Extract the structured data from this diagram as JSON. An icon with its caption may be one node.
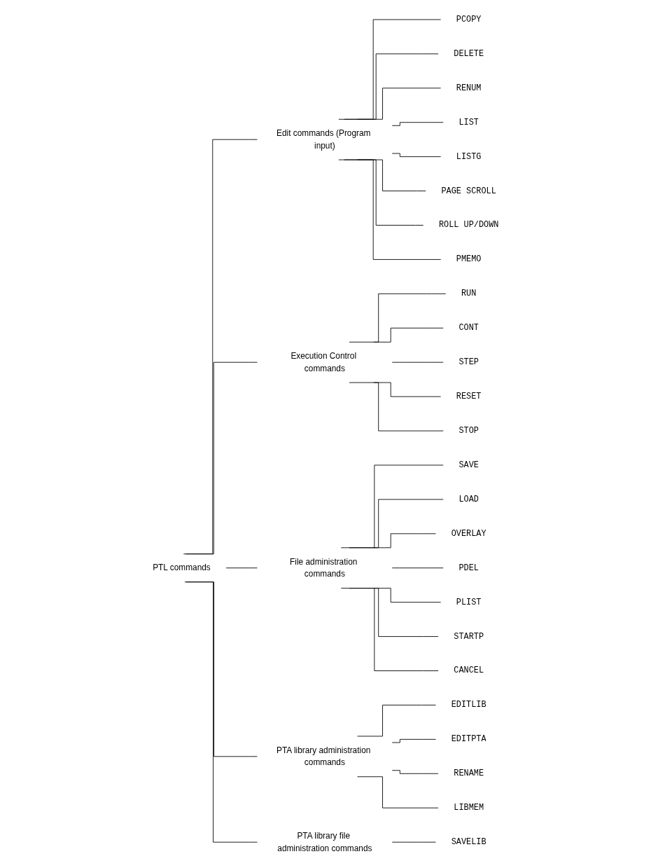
{
  "diagram": {
    "nodes": [
      {
        "text": [
          "PTL commands"
        ]
      },
      {
        "text": [
          "Edit commands (Program input)"
        ]
      },
      {
        "text": [
          "PCOPY"
        ]
      },
      {
        "text": [
          "DELETE"
        ]
      },
      {
        "text": [
          "RENUM"
        ]
      },
      {
        "text": [
          "LIST"
        ]
      },
      {
        "text": [
          "LISTG"
        ]
      },
      {
        "text": [
          "PAGE SCROLL"
        ]
      },
      {
        "text": [
          "ROLL UP/DOWN"
        ]
      },
      {
        "text": [
          "PMEMO"
        ]
      },
      {
        "text": [
          "Execution Control commands"
        ]
      },
      {
        "text": [
          "RUN"
        ]
      },
      {
        "text": [
          "CONT"
        ]
      },
      {
        "text": [
          "STEP"
        ]
      },
      {
        "text": [
          "RESET"
        ]
      },
      {
        "text": [
          "STOP"
        ]
      },
      {
        "text": [
          "File administration commands"
        ]
      },
      {
        "text": [
          "SAVE"
        ]
      },
      {
        "text": [
          "LOAD"
        ]
      },
      {
        "text": [
          "OVERLAY"
        ]
      },
      {
        "text": [
          "PDEL"
        ]
      },
      {
        "text": [
          "PLIST"
        ]
      },
      {
        "text": [
          "STARTP"
        ]
      },
      {
        "text": [
          "CANCEL"
        ]
      },
      {
        "text": [
          "PTA library administration commands"
        ]
      },
      {
        "text": [
          "EDITLIB"
        ]
      },
      {
        "text": [
          "EDITPTA"
        ]
      },
      {
        "text": [
          "RENAME"
        ]
      },
      {
        "text": [
          "LIBMEM"
        ]
      },
      {
        "text": [
          "PTA library file administration commands"
        ]
      },
      {
        "text": [
          "SAVELIB"
        ]
      }
    ],
    "edges": [
      {
        "from": 0,
        "to": 1,
        "arrow": "none"
      },
      {
        "from": 1,
        "to": 2,
        "arrow": "none"
      },
      {
        "from": 1,
        "to": 3,
        "arrow": "none"
      },
      {
        "from": 1,
        "to": 4,
        "arrow": "none"
      },
      {
        "from": 1,
        "to": 5,
        "arrow": "none"
      },
      {
        "from": 1,
        "to": 6,
        "arrow": "none"
      },
      {
        "from": 1,
        "to": 7,
        "arrow": "none"
      },
      {
        "from": 1,
        "to": 8,
        "arrow": "none"
      },
      {
        "from": 1,
        "to": 9,
        "arrow": "none"
      },
      {
        "from": 0,
        "to": 10,
        "arrow": "none"
      },
      {
        "from": 10,
        "to": 11,
        "arrow": "none"
      },
      {
        "from": 10,
        "to": 12,
        "arrow": "none"
      },
      {
        "from": 10,
        "to": 13,
        "arrow": "none"
      },
      {
        "from": 10,
        "to": 14,
        "arrow": "none"
      },
      {
        "from": 10,
        "to": 15,
        "arrow": "none"
      },
      {
        "from": 0,
        "to": 16,
        "arrow": "none"
      },
      {
        "from": 16,
        "to": 17,
        "arrow": "none"
      },
      {
        "from": 16,
        "to": 18,
        "arrow": "none"
      },
      {
        "from": 16,
        "to": 19,
        "arrow": "none"
      },
      {
        "from": 16,
        "to": 20,
        "arrow": "none"
      },
      {
        "from": 16,
        "to": 21,
        "arrow": "none"
      },
      {
        "from": 16,
        "to": 22,
        "arrow": "none"
      },
      {
        "from": 16,
        "to": 23,
        "arrow": "none"
      },
      {
        "from": 0,
        "to": 24,
        "arrow": "none"
      },
      {
        "from": 24,
        "to": 25,
        "arrow": "none"
      },
      {
        "from": 24,
        "to": 26,
        "arrow": "none"
      },
      {
        "from": 24,
        "to": 27,
        "arrow": "none"
      },
      {
        "from": 24,
        "to": 28,
        "arrow": "none"
      },
      {
        "from": 0,
        "to": 29,
        "arrow": "none"
      },
      {
        "from": 29,
        "to": 30,
        "arrow": "none"
      }
    ]
  }
}
